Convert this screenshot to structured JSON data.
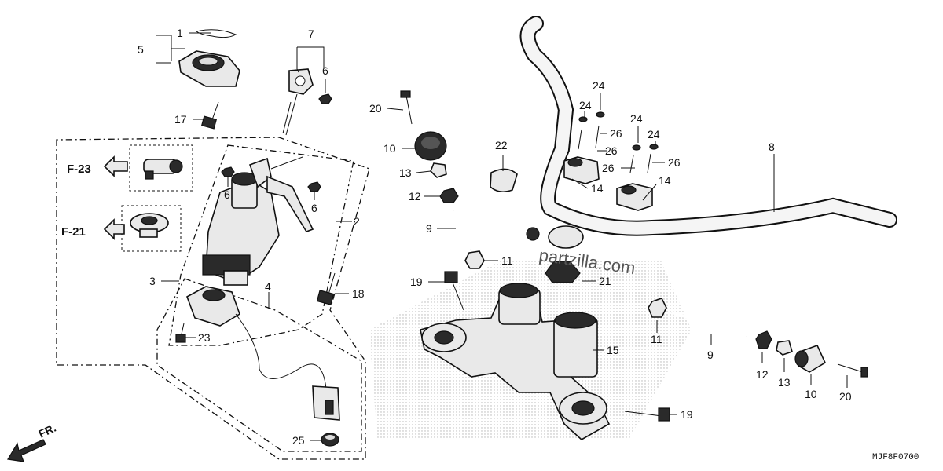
{
  "diagram": {
    "callouts": [
      {
        "id": "c1",
        "label": "1"
      },
      {
        "id": "c5",
        "label": "5"
      },
      {
        "id": "c17",
        "label": "17"
      },
      {
        "id": "c7",
        "label": "7"
      },
      {
        "id": "c6a",
        "label": "6"
      },
      {
        "id": "c6b",
        "label": "6"
      },
      {
        "id": "c6c",
        "label": "6"
      },
      {
        "id": "c2",
        "label": "2"
      },
      {
        "id": "c3",
        "label": "3"
      },
      {
        "id": "c4",
        "label": "4"
      },
      {
        "id": "c18",
        "label": "18"
      },
      {
        "id": "c23",
        "label": "23"
      },
      {
        "id": "c25",
        "label": "25"
      },
      {
        "id": "c20a",
        "label": "20"
      },
      {
        "id": "c10a",
        "label": "10"
      },
      {
        "id": "c13a",
        "label": "13"
      },
      {
        "id": "c12a",
        "label": "12"
      },
      {
        "id": "c9a",
        "label": "9"
      },
      {
        "id": "c11a",
        "label": "11"
      },
      {
        "id": "c19a",
        "label": "19"
      },
      {
        "id": "c22",
        "label": "22"
      },
      {
        "id": "c21",
        "label": "21"
      },
      {
        "id": "c15",
        "label": "15"
      },
      {
        "id": "c19b",
        "label": "19"
      },
      {
        "id": "c8",
        "label": "8"
      },
      {
        "id": "c24a",
        "label": "24"
      },
      {
        "id": "c24b",
        "label": "24"
      },
      {
        "id": "c24c",
        "label": "24"
      },
      {
        "id": "c24d",
        "label": "24"
      },
      {
        "id": "c26a",
        "label": "26"
      },
      {
        "id": "c26b",
        "label": "26"
      },
      {
        "id": "c26c",
        "label": "26"
      },
      {
        "id": "c26d",
        "label": "26"
      },
      {
        "id": "c14a",
        "label": "14"
      },
      {
        "id": "c14b",
        "label": "14"
      },
      {
        "id": "c11b",
        "label": "11"
      },
      {
        "id": "c9b",
        "label": "9"
      },
      {
        "id": "c12b",
        "label": "12"
      },
      {
        "id": "c13b",
        "label": "13"
      },
      {
        "id": "c10b",
        "label": "10"
      },
      {
        "id": "c20b",
        "label": "20"
      }
    ],
    "references": [
      {
        "id": "ref_f23",
        "label": "F-23"
      },
      {
        "id": "ref_f21",
        "label": "F-21"
      }
    ],
    "direction": "FR.",
    "watermark": "partzilla.com",
    "diagram_code": "MJF8F0700"
  }
}
